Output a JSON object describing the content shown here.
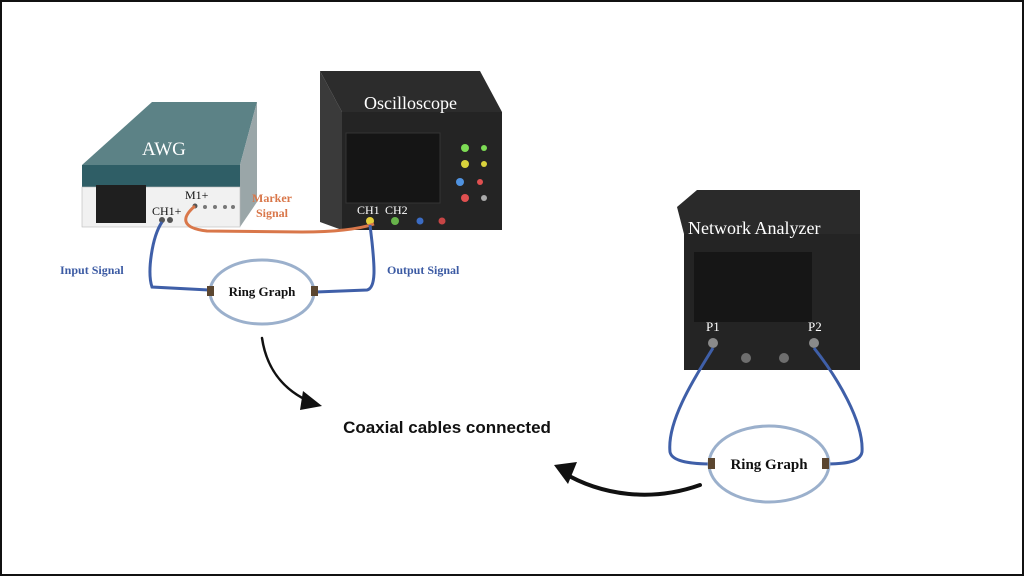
{
  "awg": {
    "title": "AWG",
    "ch1_label": "CH1+",
    "m1_label": "M1+"
  },
  "oscilloscope": {
    "title": "Oscilloscope",
    "ch1_label": "CH1",
    "ch2_label": "CH2"
  },
  "network_analyzer": {
    "title": "Network Analyzer",
    "p1_label": "P1",
    "p2_label": "P2"
  },
  "signals": {
    "marker": "Marker\nSignal",
    "marker_line1": "Marker",
    "marker_line2": "Signal",
    "input": "Input Signal",
    "output": "Output Signal"
  },
  "ring_graph_left": "Ring Graph",
  "ring_graph_right": "Ring Graph",
  "caption": "Coaxial cables connected",
  "colors": {
    "cable_blue": "#3f5fa8",
    "cable_orange": "#d9774a",
    "signal_label_blue": "#3b5aa3",
    "marker_label_orange": "#d9774a",
    "awg_teal": "#2f5e66",
    "device_dark": "#1f1f1f"
  }
}
